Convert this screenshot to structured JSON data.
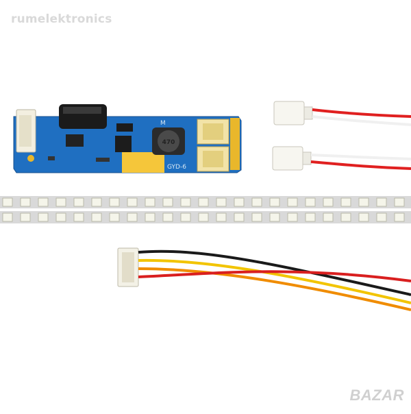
{
  "watermark": {
    "text": "rumelektronics"
  },
  "brand": {
    "text": "BAZAR"
  },
  "pcb": {
    "inductor_label": "470",
    "silk_label": "GYD-6",
    "silk_mark": "M"
  },
  "colors": {
    "pcb": "#1e6fc0",
    "connector": "#f2e3a8",
    "led": "#f5f5ea",
    "strip": "#d9d9d9",
    "wire_red": "#d91f1f",
    "wire_black": "#1a1a1a",
    "wire_yellow": "#f2c400",
    "wire_orange": "#f08c00"
  }
}
